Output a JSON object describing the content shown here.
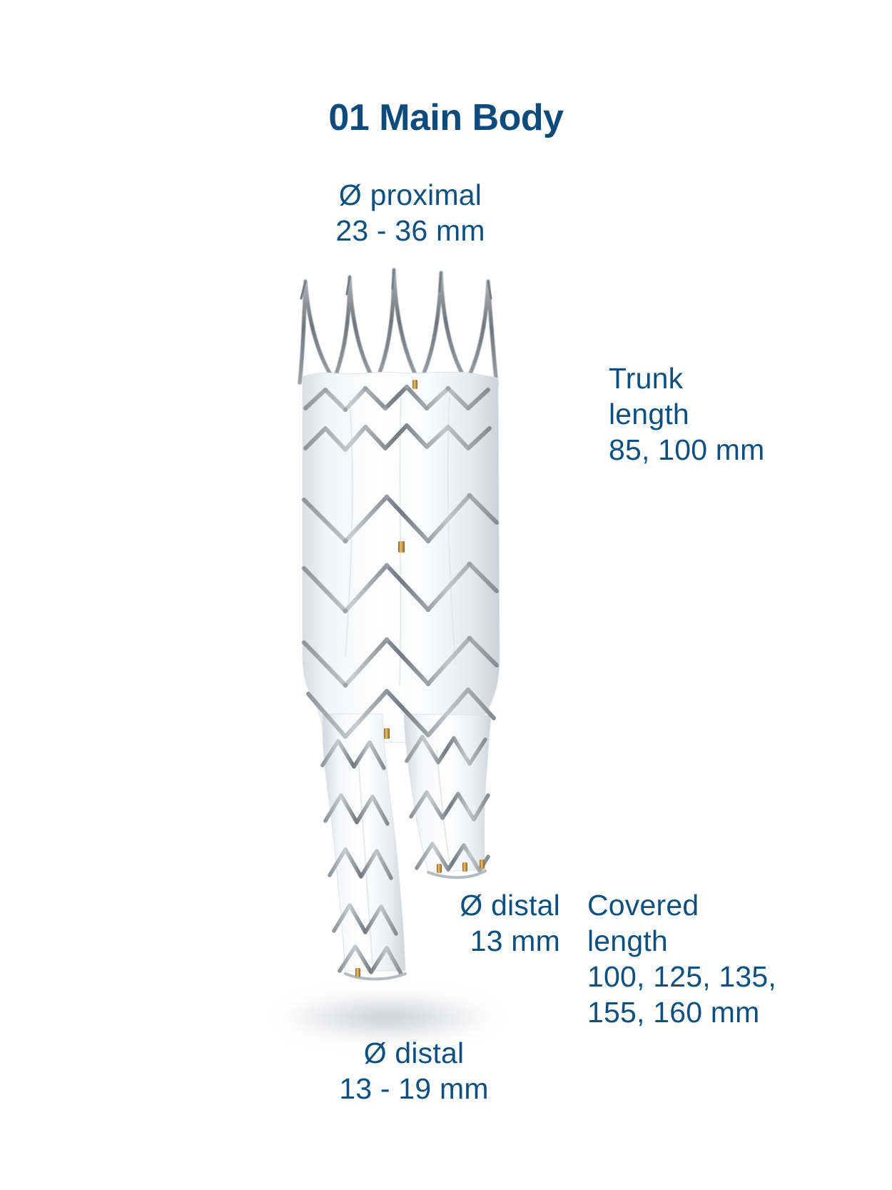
{
  "page": {
    "background_color": "#ffffff",
    "accent_color": "#0d5080",
    "title_color": "#0d4b7c"
  },
  "header": {
    "number": "01",
    "title": "01 Main Body"
  },
  "device": {
    "name": "bifurcated-aortic-stent-graft",
    "fabric_color": "#ffffff",
    "stent_wire_color": "#8d9299",
    "bare_crown_color": "#7c8188",
    "marker_color": "#c79a52"
  },
  "annotations": {
    "proximal_diameter": {
      "name": "proximal-diameter",
      "line1": "Ø proximal",
      "line2": "23 - 36 mm",
      "text": "Ø proximal\n23 - 36 mm"
    },
    "trunk_length": {
      "name": "trunk-length",
      "line1": "Trunk",
      "line2": "length",
      "line3": "85, 100 mm",
      "text": "Trunk\nlength\n85, 100 mm"
    },
    "distal_diameter_limb": {
      "name": "distal-diameter-limb",
      "line1": "Ø distal",
      "line2": "13 mm",
      "text": "Ø distal\n13 mm"
    },
    "covered_length": {
      "name": "covered-length",
      "line1": "Covered",
      "line2": "length",
      "line3": "100, 125, 135,",
      "line4": "155, 160 mm",
      "text": "Covered\nlength\n100, 125, 135,\n155, 160 mm"
    },
    "distal_diameter_range": {
      "name": "distal-diameter-range",
      "line1": "Ø distal",
      "line2": "13 - 19 mm",
      "text": "Ø distal\n13 - 19 mm"
    }
  }
}
